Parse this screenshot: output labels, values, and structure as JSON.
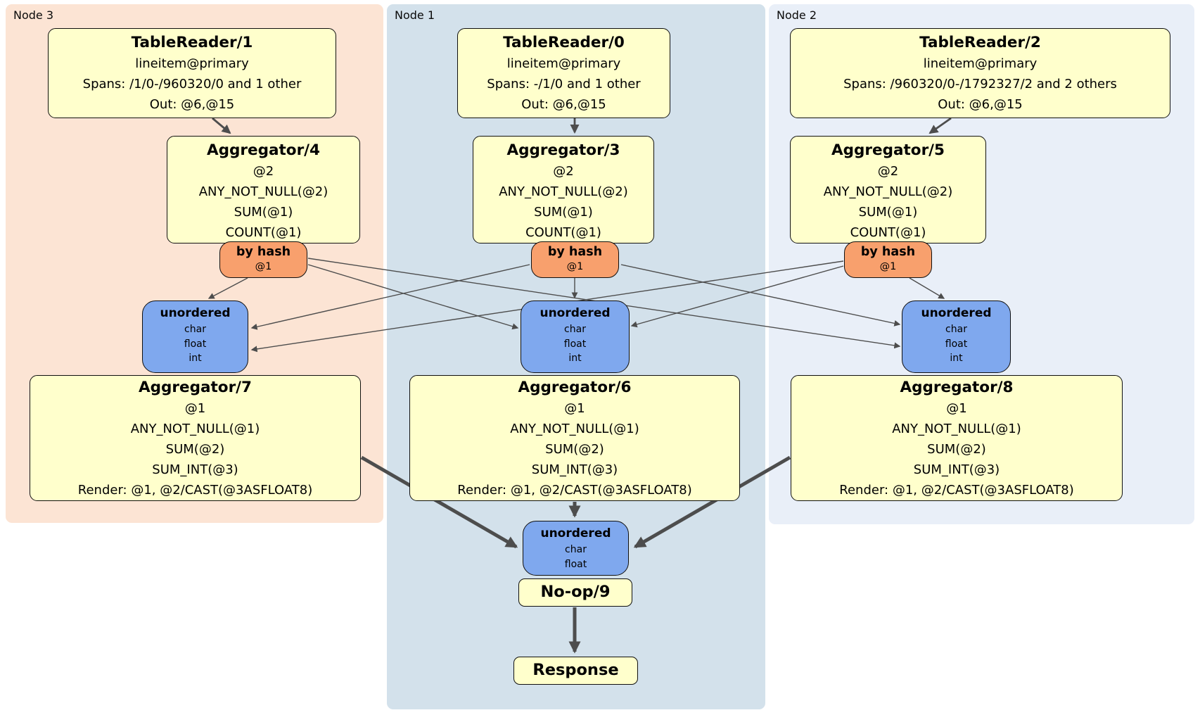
{
  "diagram": {
    "nodes": [
      {
        "label": "Node 3",
        "table_reader": {
          "title": "TableReader/1",
          "lines": [
            "lineitem@primary",
            "Spans: /1/0-/960320/0 and 1 other",
            "Out: @6,@15"
          ]
        },
        "aggregator_top": {
          "title": "Aggregator/4",
          "lines": [
            "@2",
            "ANY_NOT_NULL(@2)",
            "SUM(@1)",
            "COUNT(@1)"
          ]
        },
        "hash_router": {
          "title": "by hash",
          "subtitle": "@1"
        },
        "sync": {
          "title": "unordered",
          "lines": [
            "char",
            "float",
            "int"
          ]
        },
        "aggregator_bottom": {
          "title": "Aggregator/7",
          "lines": [
            "@1",
            "ANY_NOT_NULL(@1)",
            "SUM(@2)",
            "SUM_INT(@3)",
            "Render: @1, @2/CAST(@3ASFLOAT8)"
          ]
        }
      },
      {
        "label": "Node 1",
        "table_reader": {
          "title": "TableReader/0",
          "lines": [
            "lineitem@primary",
            "Spans: -/1/0 and 1 other",
            "Out: @6,@15"
          ]
        },
        "aggregator_top": {
          "title": "Aggregator/3",
          "lines": [
            "@2",
            "ANY_NOT_NULL(@2)",
            "SUM(@1)",
            "COUNT(@1)"
          ]
        },
        "hash_router": {
          "title": "by hash",
          "subtitle": "@1"
        },
        "sync": {
          "title": "unordered",
          "lines": [
            "char",
            "float",
            "int"
          ]
        },
        "aggregator_bottom": {
          "title": "Aggregator/6",
          "lines": [
            "@1",
            "ANY_NOT_NULL(@1)",
            "SUM(@2)",
            "SUM_INT(@3)",
            "Render: @1, @2/CAST(@3ASFLOAT8)"
          ]
        }
      },
      {
        "label": "Node 2",
        "table_reader": {
          "title": "TableReader/2",
          "lines": [
            "lineitem@primary",
            "Spans: /960320/0-/1792327/2 and 2 others",
            "Out: @6,@15"
          ]
        },
        "aggregator_top": {
          "title": "Aggregator/5",
          "lines": [
            "@2",
            "ANY_NOT_NULL(@2)",
            "SUM(@1)",
            "COUNT(@1)"
          ]
        },
        "hash_router": {
          "title": "by hash",
          "subtitle": "@1"
        },
        "sync": {
          "title": "unordered",
          "lines": [
            "char",
            "float",
            "int"
          ]
        },
        "aggregator_bottom": {
          "title": "Aggregator/8",
          "lines": [
            "@1",
            "ANY_NOT_NULL(@1)",
            "SUM(@2)",
            "SUM_INT(@3)",
            "Render: @1, @2/CAST(@3ASFLOAT8)"
          ]
        }
      }
    ],
    "final": {
      "sync": {
        "title": "unordered",
        "lines": [
          "char",
          "float"
        ]
      },
      "noop_title": "No-op/9",
      "response_title": "Response"
    },
    "colors": {
      "processor_fill": "#ffffcc",
      "router_fill": "#f8a06d",
      "sync_fill": "#7fa8ee",
      "node3_bg": "#fce4d4",
      "node1_bg": "#d3e1eb",
      "node2_bg": "#e9eff8",
      "edge": "#4d4d4d"
    }
  }
}
